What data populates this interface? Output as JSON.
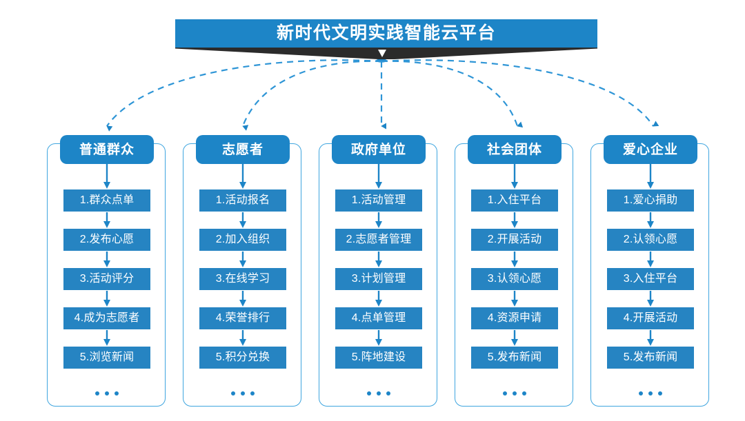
{
  "header": {
    "title": "新时代文明实践智能云平台",
    "banner_color": "#1d85c7",
    "shadow_color": "#2b2b2b",
    "title_color": "#ffffff"
  },
  "theme": {
    "accent": "#1d85c7",
    "box_blue": "#2684c2",
    "border_blue": "#3ea5df",
    "arrow_blue": "#1d85c7",
    "background": "#ffffff"
  },
  "columns": [
    {
      "id": "ordinary-public",
      "title": "普通群众",
      "items": [
        "1.群众点单",
        "2.发布心愿",
        "3.活动评分",
        "4.成为志愿者",
        "5.浏览新闻"
      ],
      "more": "..."
    },
    {
      "id": "volunteer",
      "title": "志愿者",
      "items": [
        "1.活动报名",
        "2.加入组织",
        "3.在线学习",
        "4.荣誉排行",
        "5.积分兑换"
      ],
      "more": "..."
    },
    {
      "id": "government-unit",
      "title": "政府单位",
      "items": [
        "1.活动管理",
        "2.志愿者管理",
        "3.计划管理",
        "4.点单管理",
        "5.阵地建设"
      ],
      "more": "..."
    },
    {
      "id": "social-group",
      "title": "社会团体",
      "items": [
        "1.入住平台",
        "2.开展活动",
        "3.认领心愿",
        "4.资源申请",
        "5.发布新闻"
      ],
      "more": "..."
    },
    {
      "id": "charity-enterprise",
      "title": "爱心企业",
      "items": [
        "1.爱心捐助",
        "2.认领心愿",
        "3.入住平台",
        "4.开展活动",
        "5.发布新闻"
      ],
      "more": "..."
    }
  ]
}
